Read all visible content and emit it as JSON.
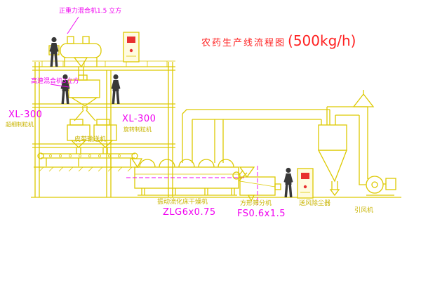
{
  "title": {
    "main": "农药生产线流程图",
    "capacity": "(500kg/h)"
  },
  "labels": {
    "top_mixer": "正重力混合机1.5 立方",
    "high_speed_mixer": "高速混合机3立方",
    "granulator_left_model": "XL-300",
    "granulator_left_name": "超细制粒机",
    "granulator_right_model": "XL-300",
    "granulator_right_name": "旋转制粒机",
    "belt_conveyor": "皮带输送机",
    "fluid_bed_name": "振动流化床干燥机",
    "fluid_bed_model": "ZLG6x0.75",
    "sieve_name": "方形筛分机",
    "sieve_model": "FS0.6x1.5",
    "dust_unit": "送风除尘器",
    "fan": "引风机"
  },
  "colors": {
    "line_yellow": "#ddc900",
    "label_yellow": "#c9b400",
    "label_magenta": "#f000f0",
    "title_red": "#ff2222",
    "figure_dark": "#383838",
    "accent_red": "#e83030",
    "background": "#ffffff"
  }
}
